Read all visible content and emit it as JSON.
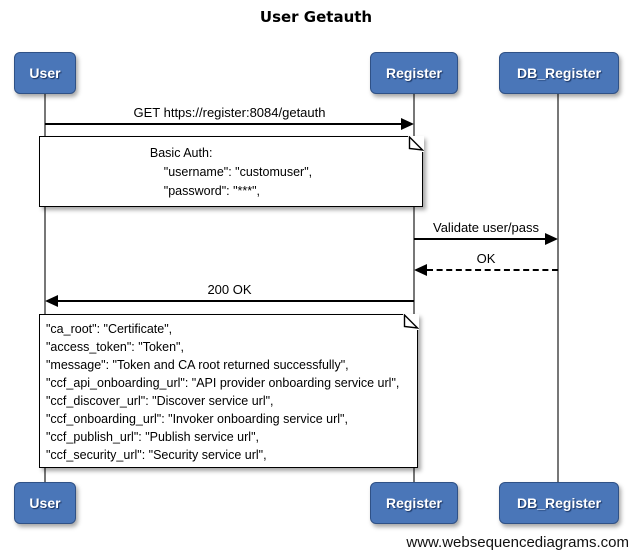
{
  "title": "User Getauth",
  "watermark": "www.websequencediagrams.com",
  "colors": {
    "actor_fill": "#4a76b8",
    "actor_border": "#2f5186",
    "actor_text": "#ffffff",
    "message_line": "#000000",
    "lifeline": "#777777",
    "note_fill": "#ffffff",
    "note_border": "#000000",
    "background": "#ffffff"
  },
  "actors": [
    {
      "id": "user",
      "label": "User"
    },
    {
      "id": "register",
      "label": "Register"
    },
    {
      "id": "db_register",
      "label": "DB_Register"
    }
  ],
  "messages": [
    {
      "from": "User",
      "to": "Register",
      "style": "solid",
      "label": "GET https://register:8084/getauth"
    },
    {
      "from": "Register",
      "to": "DB_Register",
      "style": "solid",
      "label": "Validate user/pass"
    },
    {
      "from": "DB_Register",
      "to": "Register",
      "style": "dashed",
      "label": "OK"
    },
    {
      "from": "Register",
      "to": "User",
      "style": "solid",
      "label": "200 OK"
    }
  ],
  "notes": [
    {
      "lines": [
        "Basic Auth:",
        "    \"username\": \"customuser\",",
        "    \"password\": \"***\","
      ]
    },
    {
      "lines": [
        "\"ca_root\": \"Certificate\",",
        "\"access_token\": \"Token\",",
        "\"message\": \"Token and CA root returned successfully\",",
        "\"ccf_api_onboarding_url\": \"API provider onboarding service url\",",
        "\"ccf_discover_url\": \"Discover service url\",",
        "\"ccf_onboarding_url\": \"Invoker onboarding service url\",",
        "\"ccf_publish_url\": \"Publish service url\",",
        "\"ccf_security_url\": \"Security service url\","
      ]
    }
  ]
}
